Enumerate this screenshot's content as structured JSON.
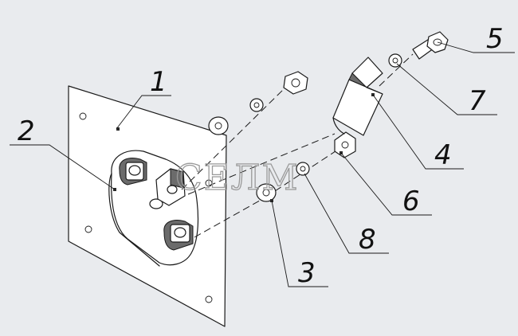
{
  "watermark": "СЕЛМ",
  "callouts": [
    {
      "label": "1"
    },
    {
      "label": "2"
    },
    {
      "label": "3"
    },
    {
      "label": "4"
    },
    {
      "label": "5"
    },
    {
      "label": "6"
    },
    {
      "label": "7"
    },
    {
      "label": "8"
    }
  ],
  "colors": {
    "background": "#e9ebee",
    "line": "#1a1a1a",
    "shading": "#6b6b6b",
    "watermark": "#9a9a9a"
  }
}
